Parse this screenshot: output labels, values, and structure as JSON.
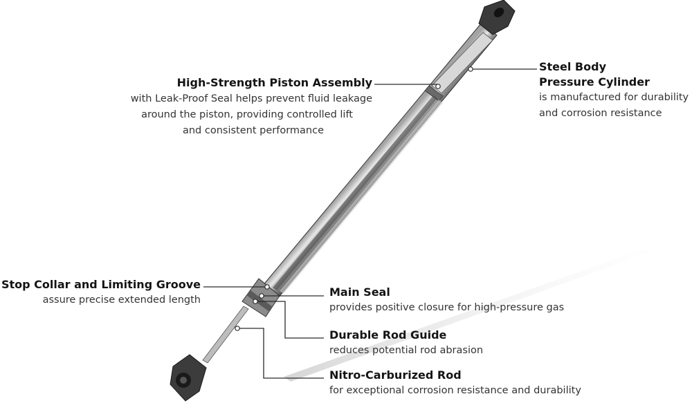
{
  "callouts": {
    "piston": {
      "title": "High-Strength Piston Assembly",
      "desc": [
        "with Leak-Proof Seal helps prevent fluid leakage",
        "around the piston, providing controlled lift",
        "and consistent performance"
      ]
    },
    "body": {
      "title": [
        "Steel Body",
        "Pressure Cylinder"
      ],
      "desc": [
        "is manufactured for durability",
        "and corrosion resistance"
      ]
    },
    "stop": {
      "title": "Stop Collar and Limiting Groove",
      "desc": [
        "assure precise extended length"
      ]
    },
    "seal": {
      "title": "Main Seal",
      "desc": [
        "provides positive closure for high-pressure gas"
      ]
    },
    "guide": {
      "title": "Durable Rod Guide",
      "desc": [
        "reduces potential rod abrasion"
      ]
    },
    "rod": {
      "title": "Nitro-Carburized Rod",
      "desc": [
        "for exceptional corrosion resistance and durability"
      ]
    }
  }
}
